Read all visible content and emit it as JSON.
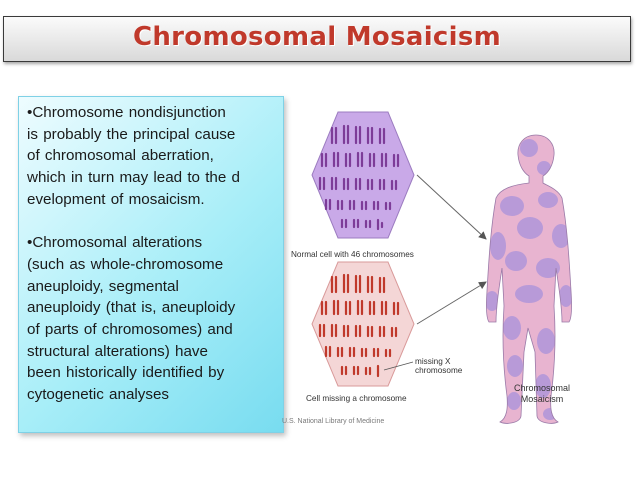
{
  "title": "Chromosomal Mosaicism",
  "bullets": {
    "b1_lines": [
      "•Chromosome nondisjunction",
      "is probably the principal cause",
      "of chromosomal aberration,",
      "which in turn may lead to the d",
      "evelopment of mosaicism."
    ],
    "b2_lines": [
      "•Chromosomal alterations",
      "(such as whole-chromosome",
      "aneuploidy, segmental",
      "aneuploidy (that is, aneuploidy",
      "of parts of chromosomes) and",
      "structural alterations) have",
      "been historically identified by",
      "cytogenetic analyses"
    ]
  },
  "figure": {
    "normal_cell_label": "Normal cell with 46 chromosomes",
    "missing_cell_label": "Cell missing a chromosome",
    "missing_x_label": "missing X chromosome",
    "mosaic_label_line1": "Chromosomal",
    "mosaic_label_line2": "Mosaicism",
    "source_label": "U.S. National Library of Medicine"
  },
  "colors": {
    "title": "#c0392b",
    "text_box_light": "#eefcff",
    "text_box_dark": "#78dcf0",
    "normal_cell_fill": "#c9a9e8",
    "normal_chromosome": "#8e44ad",
    "missing_cell_fill": "#f4d6d6",
    "missing_chromosome": "#c94b4b",
    "body_pink": "#e8b4d0",
    "body_purple": "#b89ad8"
  }
}
